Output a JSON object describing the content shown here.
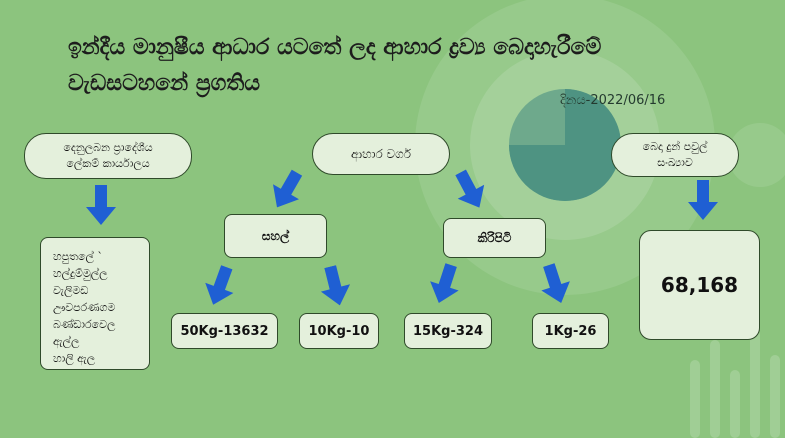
{
  "title": {
    "line1": "ඉන්දීය මානුෂීය ආධාර යටතේ ලද ආහාර ද්‍රව්‍ය බෙදාහැරීමේ",
    "line2": "වැඩසටහනේ ප්‍රගතිය"
  },
  "date": "දිනය-2022/06/16",
  "office": {
    "line1": "දෙනුලබන ප්‍රාදේශීය",
    "line2": "ලේකම් කාර්යාලය",
    "villages": [
      "හපුතලේ `",
      "හල්දුම්මුල්ල",
      "වැලිමඩ",
      "ඌවපරණගම",
      "බණ්ඩාරවෙල",
      "ඇල්ල",
      "හාලි ඇල"
    ]
  },
  "food_type": "ආහාර වර්ග",
  "rice": {
    "label": "සහල්",
    "items": [
      "50Kg-13632",
      "10Kg-10"
    ]
  },
  "milk_powder": {
    "label": "කිරිපිටි",
    "items": [
      "15Kg-324",
      "1Kg-26"
    ]
  },
  "packets": {
    "line1": "බෙදා දුන් පවුල්",
    "line2": "සංඛ්‍යාව",
    "value": "68,168"
  },
  "colors": {
    "background": "#8cc47e",
    "box_fill": "#e4f0dc",
    "arrow": "#1f5fd3",
    "pie": "#4e9382"
  }
}
